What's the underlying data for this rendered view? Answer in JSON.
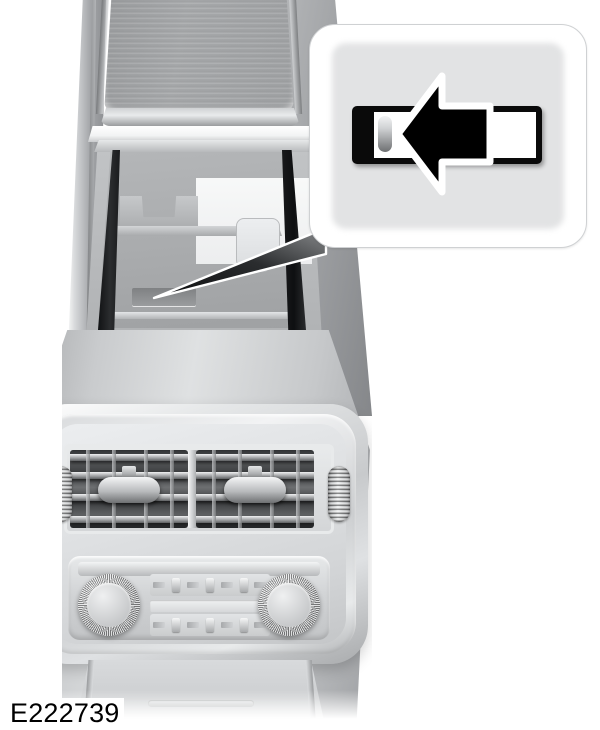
{
  "figure": {
    "id_label": "E222739",
    "subject": "rear center console with storage bin, air vents and climate controls",
    "background_color": "#ffffff"
  },
  "callout": {
    "name": "magnified-detail-callout",
    "border_color": "#cfd1d3",
    "panel_color": "#e2e3e4",
    "graphic": {
      "name": "console-latch-release",
      "description": "latch slider with left pointing arrow",
      "outline_color": "#0a0a0a",
      "fill_color": "#ffffff",
      "tab_color": "#9a9c9e",
      "arrow_direction": "left",
      "arrow_fill": "#000000",
      "arrow_outline": "#ffffff"
    }
  },
  "leader": {
    "name": "leader-pointer",
    "color": "#1b1c1e",
    "from": "callout",
    "to": "latch-slot"
  },
  "console": {
    "armrest": {
      "label": "armrest-lid"
    },
    "storage_bin": {
      "label": "open-storage-bin",
      "latch_slot": "release-latch-slot",
      "recess": "bin-recess"
    },
    "vents": {
      "label": "rear-air-vents",
      "count": 2,
      "thumbwheels": 2
    },
    "climate": {
      "label": "rear-climate-controls",
      "knobs": 2,
      "button_rows": 2,
      "display": "climate-display"
    },
    "lower_panel": {
      "label": "lower-kick-panel"
    }
  },
  "palette": {
    "light_gray": "#e6e8e9",
    "mid_gray": "#a9abad",
    "dark_gray": "#3a3c3e",
    "black": "#0a0a0a",
    "white": "#ffffff"
  }
}
